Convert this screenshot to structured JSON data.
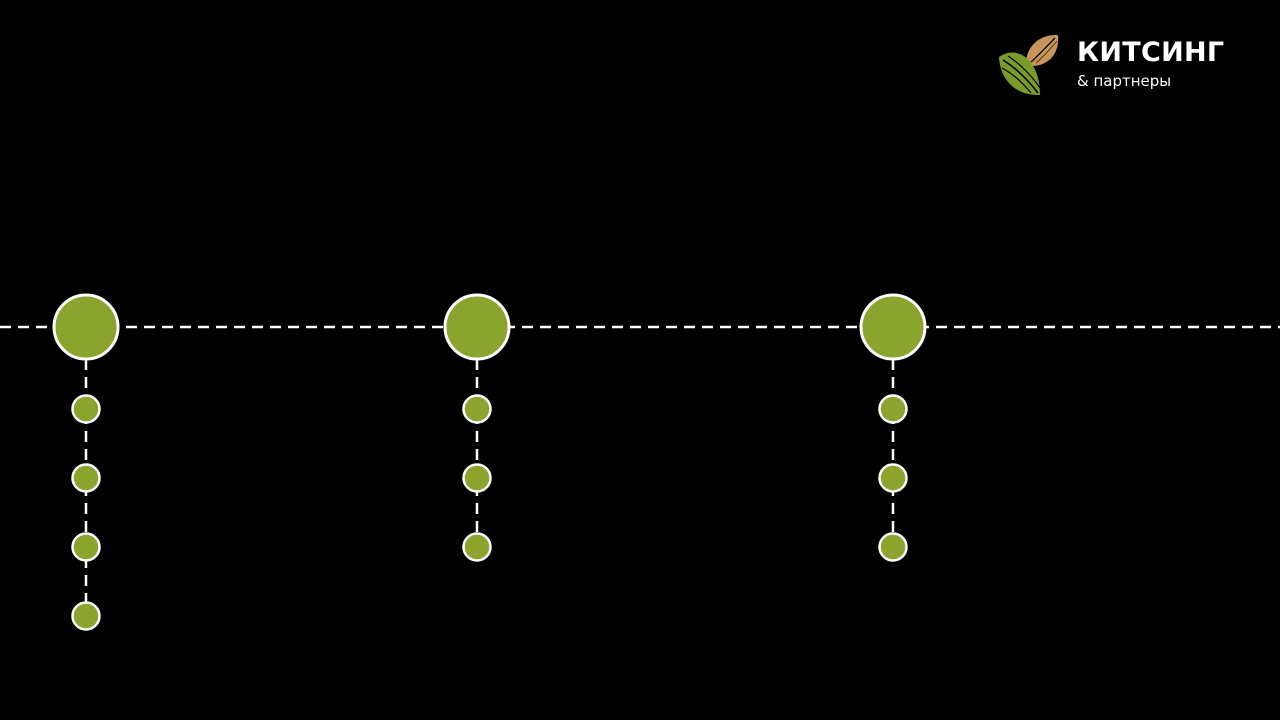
{
  "brand": {
    "name": "КИТСИНГ",
    "tagline": "& партнеры",
    "leaf_color": "#7a9a2a",
    "seed_color": "#c8965a"
  },
  "colors": {
    "background": "#000000",
    "node_fill": "#8ba42e",
    "node_outline": "#ffffff",
    "connector": "#ffffff"
  },
  "diagram": {
    "branches": [
      {
        "main_node": "milestone",
        "sub_node_count": 4
      },
      {
        "main_node": "milestone",
        "sub_node_count": 3
      },
      {
        "main_node": "milestone",
        "sub_node_count": 3
      }
    ]
  }
}
